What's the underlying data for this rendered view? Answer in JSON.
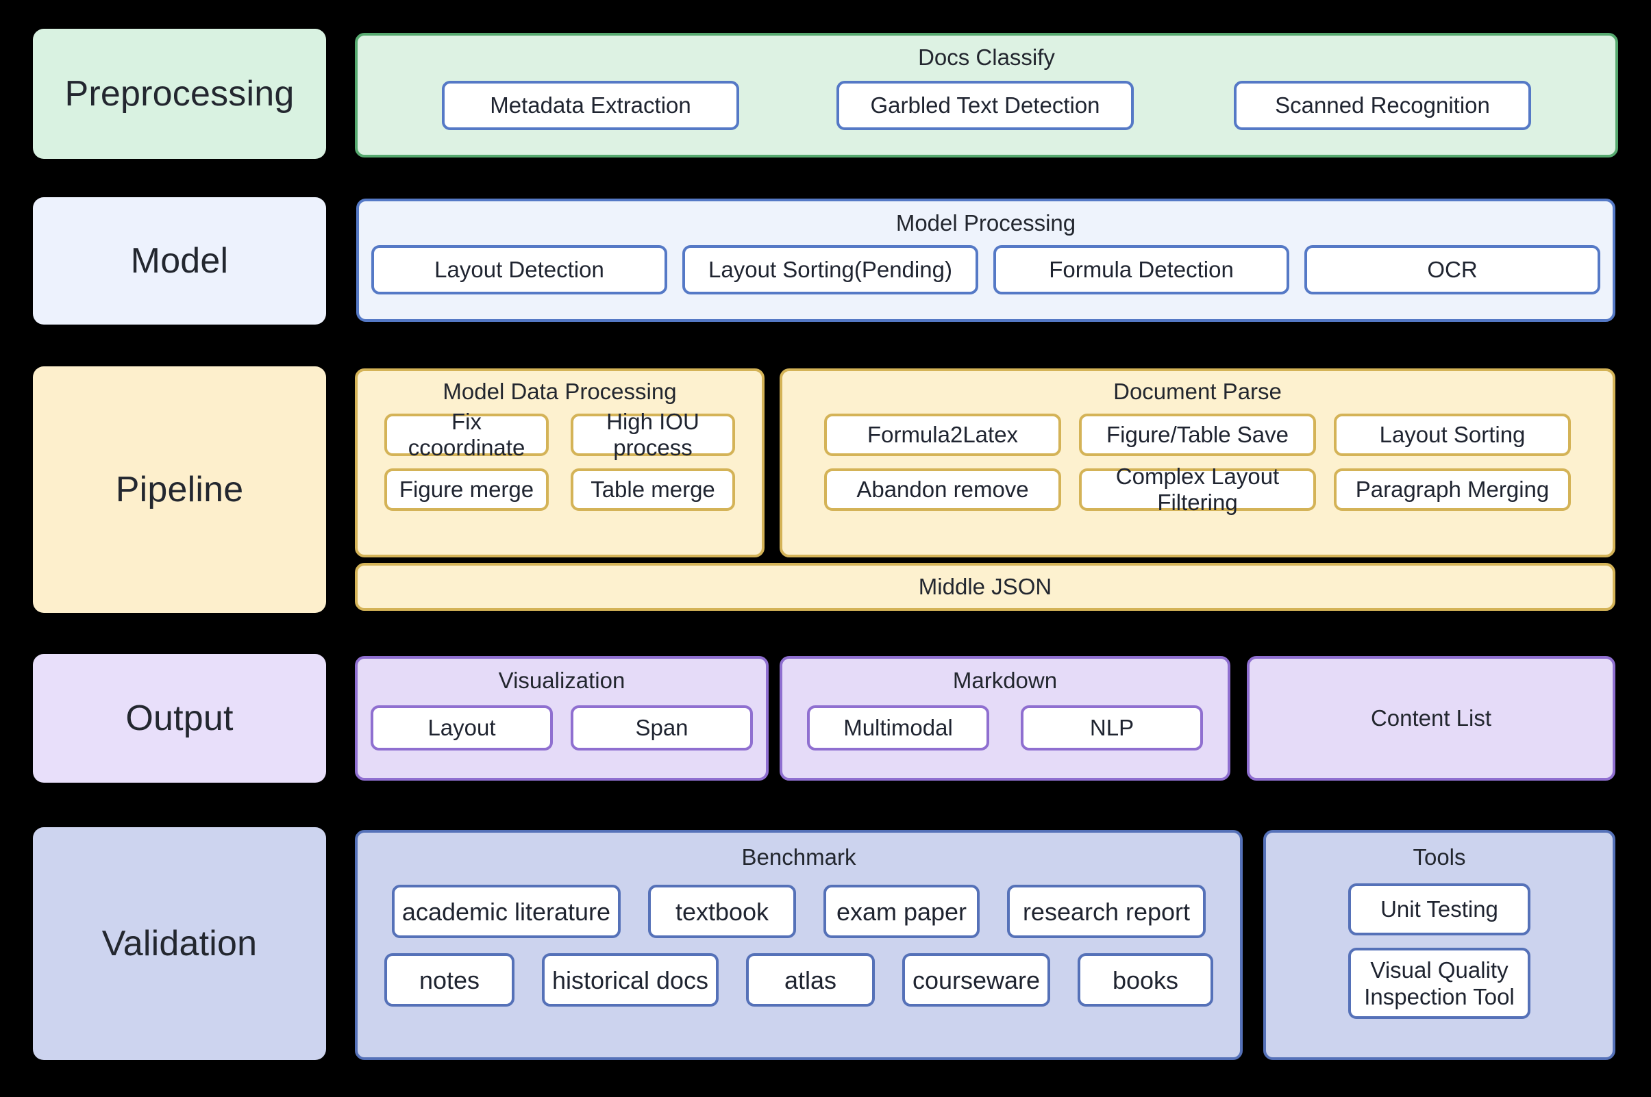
{
  "stages": [
    {
      "label": "Preprocessing",
      "color": "#d9f2e1"
    },
    {
      "label": "Model",
      "color": "#edf2fd"
    },
    {
      "label": "Pipeline",
      "color": "#fdefcc"
    },
    {
      "label": "Output",
      "color": "#e8dffa"
    },
    {
      "label": "Validation",
      "color": "#cdd4ef"
    }
  ],
  "preprocessing": {
    "group_title": "Docs Classify",
    "panel_fill": "#ddf2e3",
    "panel_border": "#56a96f",
    "chip_border": "#5579c6",
    "items": [
      "Metadata Extraction",
      "Garbled Text Detection",
      "Scanned Recognition"
    ]
  },
  "model": {
    "group_title": "Model Processing",
    "panel_fill": "#eef3fc",
    "panel_border": "#5579c6",
    "chip_border": "#5579c6",
    "items": [
      "Layout Detection",
      "Layout Sorting(Pending)",
      "Formula Detection",
      "OCR"
    ]
  },
  "pipeline": {
    "panel_fill": "#fdf1cf",
    "panel_border": "#d4b357",
    "chip_border": "#d4b357",
    "model_data_processing": {
      "group_title": "Model Data Processing",
      "row1": [
        "Fix ccoordinate",
        "High IOU process"
      ],
      "row2": [
        "Figure merge",
        "Table merge"
      ]
    },
    "document_parse": {
      "group_title": "Document Parse",
      "row1": [
        "Formula2Latex",
        "Figure/Table Save",
        "Layout Sorting"
      ],
      "row2": [
        "Abandon remove",
        "Complex Layout Filtering",
        "Paragraph Merging"
      ]
    },
    "middle_json": "Middle JSON"
  },
  "output": {
    "panel_fill": "#e5dbf8",
    "panel_border": "#8f6fd0",
    "chip_border": "#8f6fd0",
    "visualization": {
      "group_title": "Visualization",
      "items": [
        "Layout",
        "Span"
      ]
    },
    "markdown": {
      "group_title": "Markdown",
      "items": [
        "Multimodal",
        "NLP"
      ]
    },
    "content_list": "Content List"
  },
  "validation": {
    "panel_fill": "#ccd3ee",
    "panel_border": "#5571b8",
    "chip_border": "#5571b8",
    "benchmark": {
      "group_title": "Benchmark",
      "row1": [
        "academic literature",
        "textbook",
        "exam paper",
        "research report"
      ],
      "row2": [
        "notes",
        "historical docs",
        "atlas",
        "courseware",
        "books"
      ]
    },
    "tools": {
      "group_title": "Tools",
      "items": [
        "Unit Testing",
        "Visual Quality Inspection Tool"
      ]
    }
  }
}
